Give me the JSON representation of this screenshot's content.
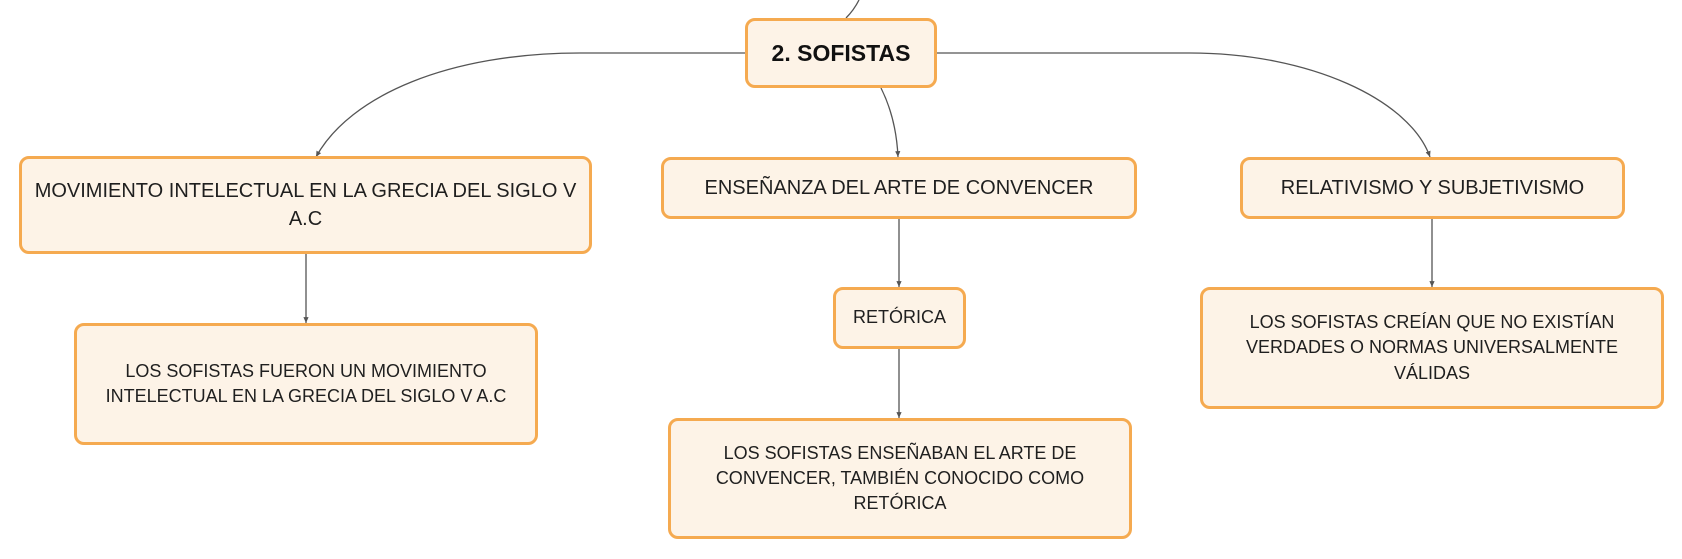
{
  "diagram": {
    "root": {
      "label": "2. SOFISTAS"
    },
    "branches": [
      {
        "label": "MOVIMIENTO INTELECTUAL EN LA GRECIA DEL SIGLO V A.C",
        "children": [
          {
            "label": "LOS SOFISTAS FUERON UN MOVIMIENTO INTELECTUAL EN LA GRECIA DEL SIGLO V A.C"
          }
        ]
      },
      {
        "label": "ENSEÑANZA DEL ARTE DE CONVENCER",
        "children": [
          {
            "label": "RETÓRICA",
            "children": [
              {
                "label": "LOS SOFISTAS ENSEÑABAN EL ARTE DE CONVENCER, TAMBIÉN CONOCIDO COMO RETÓRICA"
              }
            ]
          }
        ]
      },
      {
        "label": "RELATIVISMO Y SUBJETIVISMO",
        "children": [
          {
            "label": "LOS SOFISTAS CREÍAN QUE NO EXISTÍAN VERDADES O NORMAS UNIVERSALMENTE VÁLIDAS"
          }
        ]
      }
    ],
    "colors": {
      "node_fill": "#fdf3e7",
      "node_border": "#f5aa50",
      "connector": "#555555"
    }
  }
}
